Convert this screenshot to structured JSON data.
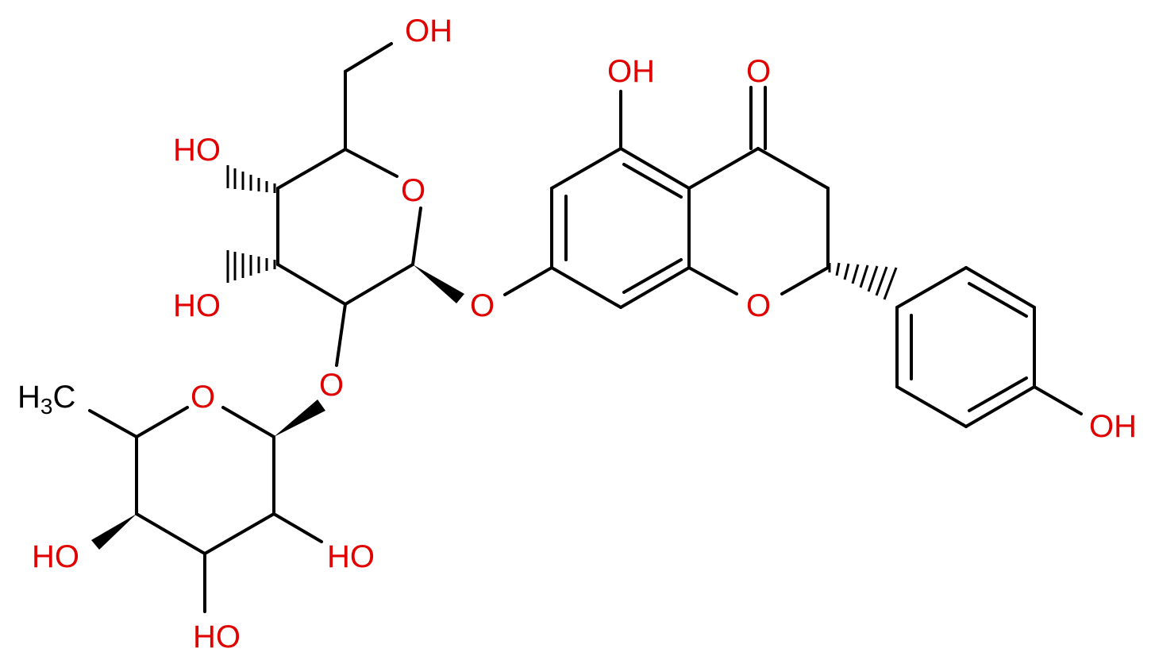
{
  "colors": {
    "bond": "#000000",
    "heteroatom": "#e00000",
    "background": "#ffffff"
  },
  "labels": {
    "oh_top": "OH",
    "oh_left_upper": "HO",
    "ring_o_glc": "O",
    "oh_left_lower": "HO",
    "o_link_aglycone": "O",
    "o_link_rha": "O",
    "h3c_a": "H",
    "h3c_b": "3",
    "h3c_c": "C",
    "ring_o_rha": "O",
    "oh_rha_left": "HO",
    "oh_rha_right": "HO",
    "oh_rha_bottom": "HO",
    "oh_phenol_top": "OH",
    "carbonyl_o": "O",
    "ring_o_chromanone": "O",
    "oh_phenyl": "OH"
  }
}
